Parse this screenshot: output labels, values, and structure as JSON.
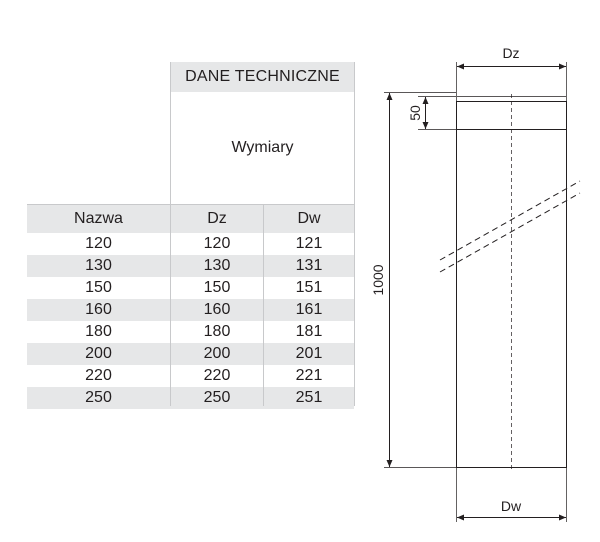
{
  "table": {
    "title": "DANE TECHNICZNE",
    "group_label": "Wymiary",
    "columns": [
      "Nazwa",
      "Dz",
      "Dw"
    ],
    "rows": [
      [
        "120",
        "120",
        "121"
      ],
      [
        "130",
        "130",
        "131"
      ],
      [
        "150",
        "150",
        "151"
      ],
      [
        "160",
        "160",
        "161"
      ],
      [
        "180",
        "180",
        "181"
      ],
      [
        "200",
        "200",
        "201"
      ],
      [
        "220",
        "220",
        "221"
      ],
      [
        "250",
        "250",
        "251"
      ]
    ]
  },
  "drawing": {
    "top_dim_label": "Dz",
    "bottom_dim_label": "Dw",
    "collar_dim_label": "50",
    "length_dim_label": "1000"
  }
}
